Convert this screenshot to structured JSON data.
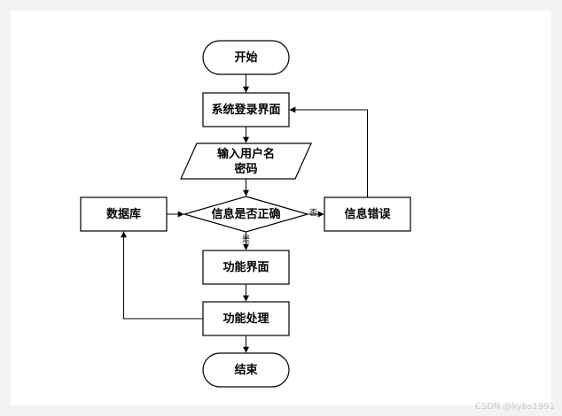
{
  "diagram": {
    "nodes": {
      "start": "开始",
      "login": "系统登录界面",
      "input_line1": "输入用户名",
      "input_line2": "密码",
      "check": "信息是否正确",
      "database": "数据库",
      "error": "信息错误",
      "function_ui": "功能界面",
      "function_process": "功能处理",
      "end": "结束"
    },
    "edge_labels": {
      "no": "否",
      "yes": "是"
    }
  },
  "watermark": "CSDN @kybs1991"
}
